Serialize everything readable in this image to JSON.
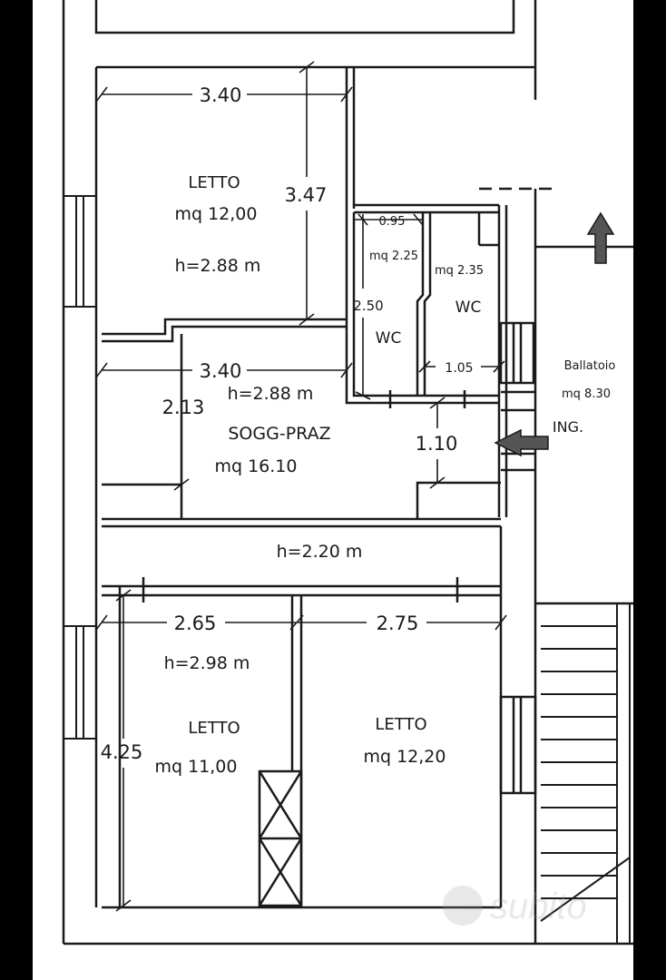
{
  "rooms": {
    "letto_top": {
      "name": "LETTO",
      "area": "mq  12,00",
      "height": "h=2.88  m"
    },
    "wc_left": {
      "name": "WC",
      "area": "mq  2.25"
    },
    "wc_right": {
      "name": "WC",
      "area": "mq  2.35"
    },
    "soggiorno": {
      "name": "SOGG-PRAZ",
      "area": "mq  16.10",
      "height": "h=2.88  m"
    },
    "corridor": {
      "height": "h=2.20  m"
    },
    "letto_bl": {
      "name": "LETTO",
      "area": "mq  11,00",
      "height": "h=2.98  m"
    },
    "letto_br": {
      "name": "LETTO",
      "area": "mq  12,20"
    },
    "ballatoio": {
      "name": "Ballatoio",
      "area": "mq  8.30"
    }
  },
  "dimensions": {
    "top_width": "3.40",
    "top_height": "3.47",
    "wc_width": "0.95",
    "wc_height": "2.50",
    "wc2_width": "1.05",
    "sogg_width": "3.40",
    "sogg_height": "2.13",
    "ing_depth": "1.10",
    "bl_width": "2.65",
    "br_width": "2.75",
    "bl_height": "4.25"
  },
  "entrance": {
    "label": "ING."
  },
  "watermark": {
    "text": "subito"
  },
  "colors": {
    "ink": "#1a1a1a",
    "paper": "#ffffff",
    "frame": "#000000"
  }
}
